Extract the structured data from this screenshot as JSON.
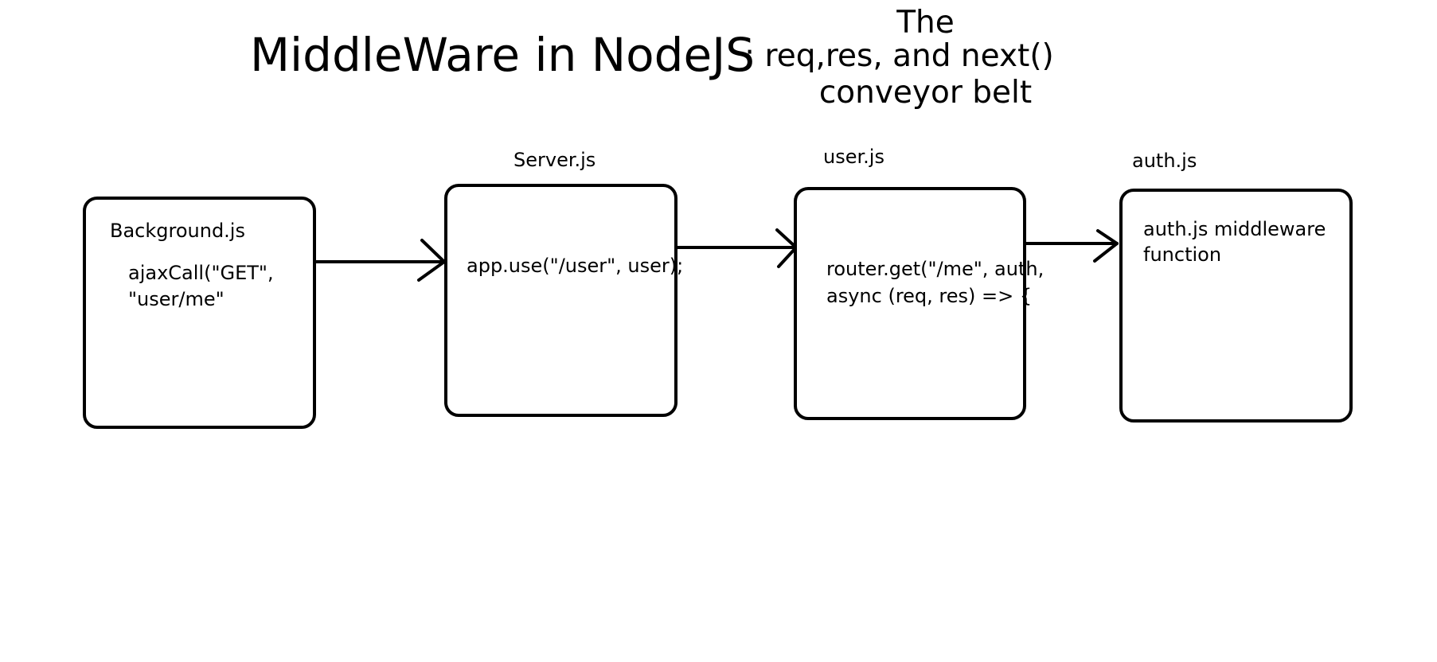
{
  "title": {
    "main": "MiddleWare in NodeJS",
    "sub_line_1": "The",
    "sub_line_2": ": req,res, and next()",
    "sub_line_3": "conveyor belt"
  },
  "nodes": [
    {
      "label": "",
      "inner_title": "Background.js",
      "code_line_1": "ajaxCall(\"GET\",",
      "code_line_2": "\"user/me\""
    },
    {
      "label": "Server.js",
      "code_line_1": "app.use(\"/user\", user);"
    },
    {
      "label": "user.js",
      "code_line_1": "router.get(\"/me\", auth,",
      "code_line_2": "async (req, res) => {"
    },
    {
      "label": "auth.js",
      "code_line_1": "auth.js middleware",
      "code_line_2": "function"
    }
  ],
  "edges": [
    {
      "from": "Background.js",
      "to": "Server.js"
    },
    {
      "from": "Server.js",
      "to": "user.js"
    },
    {
      "from": "user.js",
      "to": "auth.js"
    }
  ],
  "colors": {
    "stroke": "#000000",
    "background": "#ffffff"
  }
}
